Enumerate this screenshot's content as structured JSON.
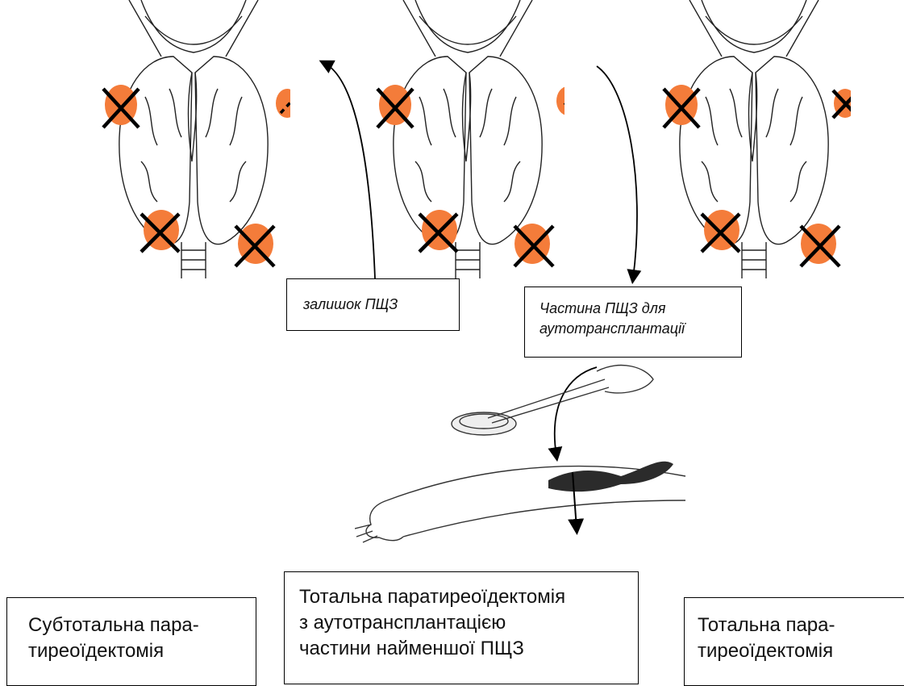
{
  "figure": {
    "panels": [
      {
        "name": "subtotal",
        "removed_glands": 3,
        "remnant_glands": 1
      },
      {
        "name": "total-autotransplant",
        "removed_glands": 4,
        "remnant_glands": 0
      },
      {
        "name": "total",
        "removed_glands": 4,
        "remnant_glands": 0
      }
    ],
    "callouts": {
      "remnant_line1": "залишок ПЩЗ",
      "autograft_line1": "Частина ПЩЗ для",
      "autograft_line2": "аутотрансплантації"
    },
    "captions": {
      "subtotal_line1": "Субтотальна пара-",
      "subtotal_line2": "тиреоїдектомія",
      "autotransplant_line1": "Тотальна паратиреоїдектомія",
      "autotransplant_line2": "з аутотрансплантацією",
      "autotransplant_line3": "частини найменшої ПЩЗ",
      "total_line1": "Тотальна пара-",
      "total_line2": "тиреоїдектомія"
    },
    "colors": {
      "gland": "#f47c3a",
      "cross": "#000000",
      "line": "#000000"
    }
  }
}
